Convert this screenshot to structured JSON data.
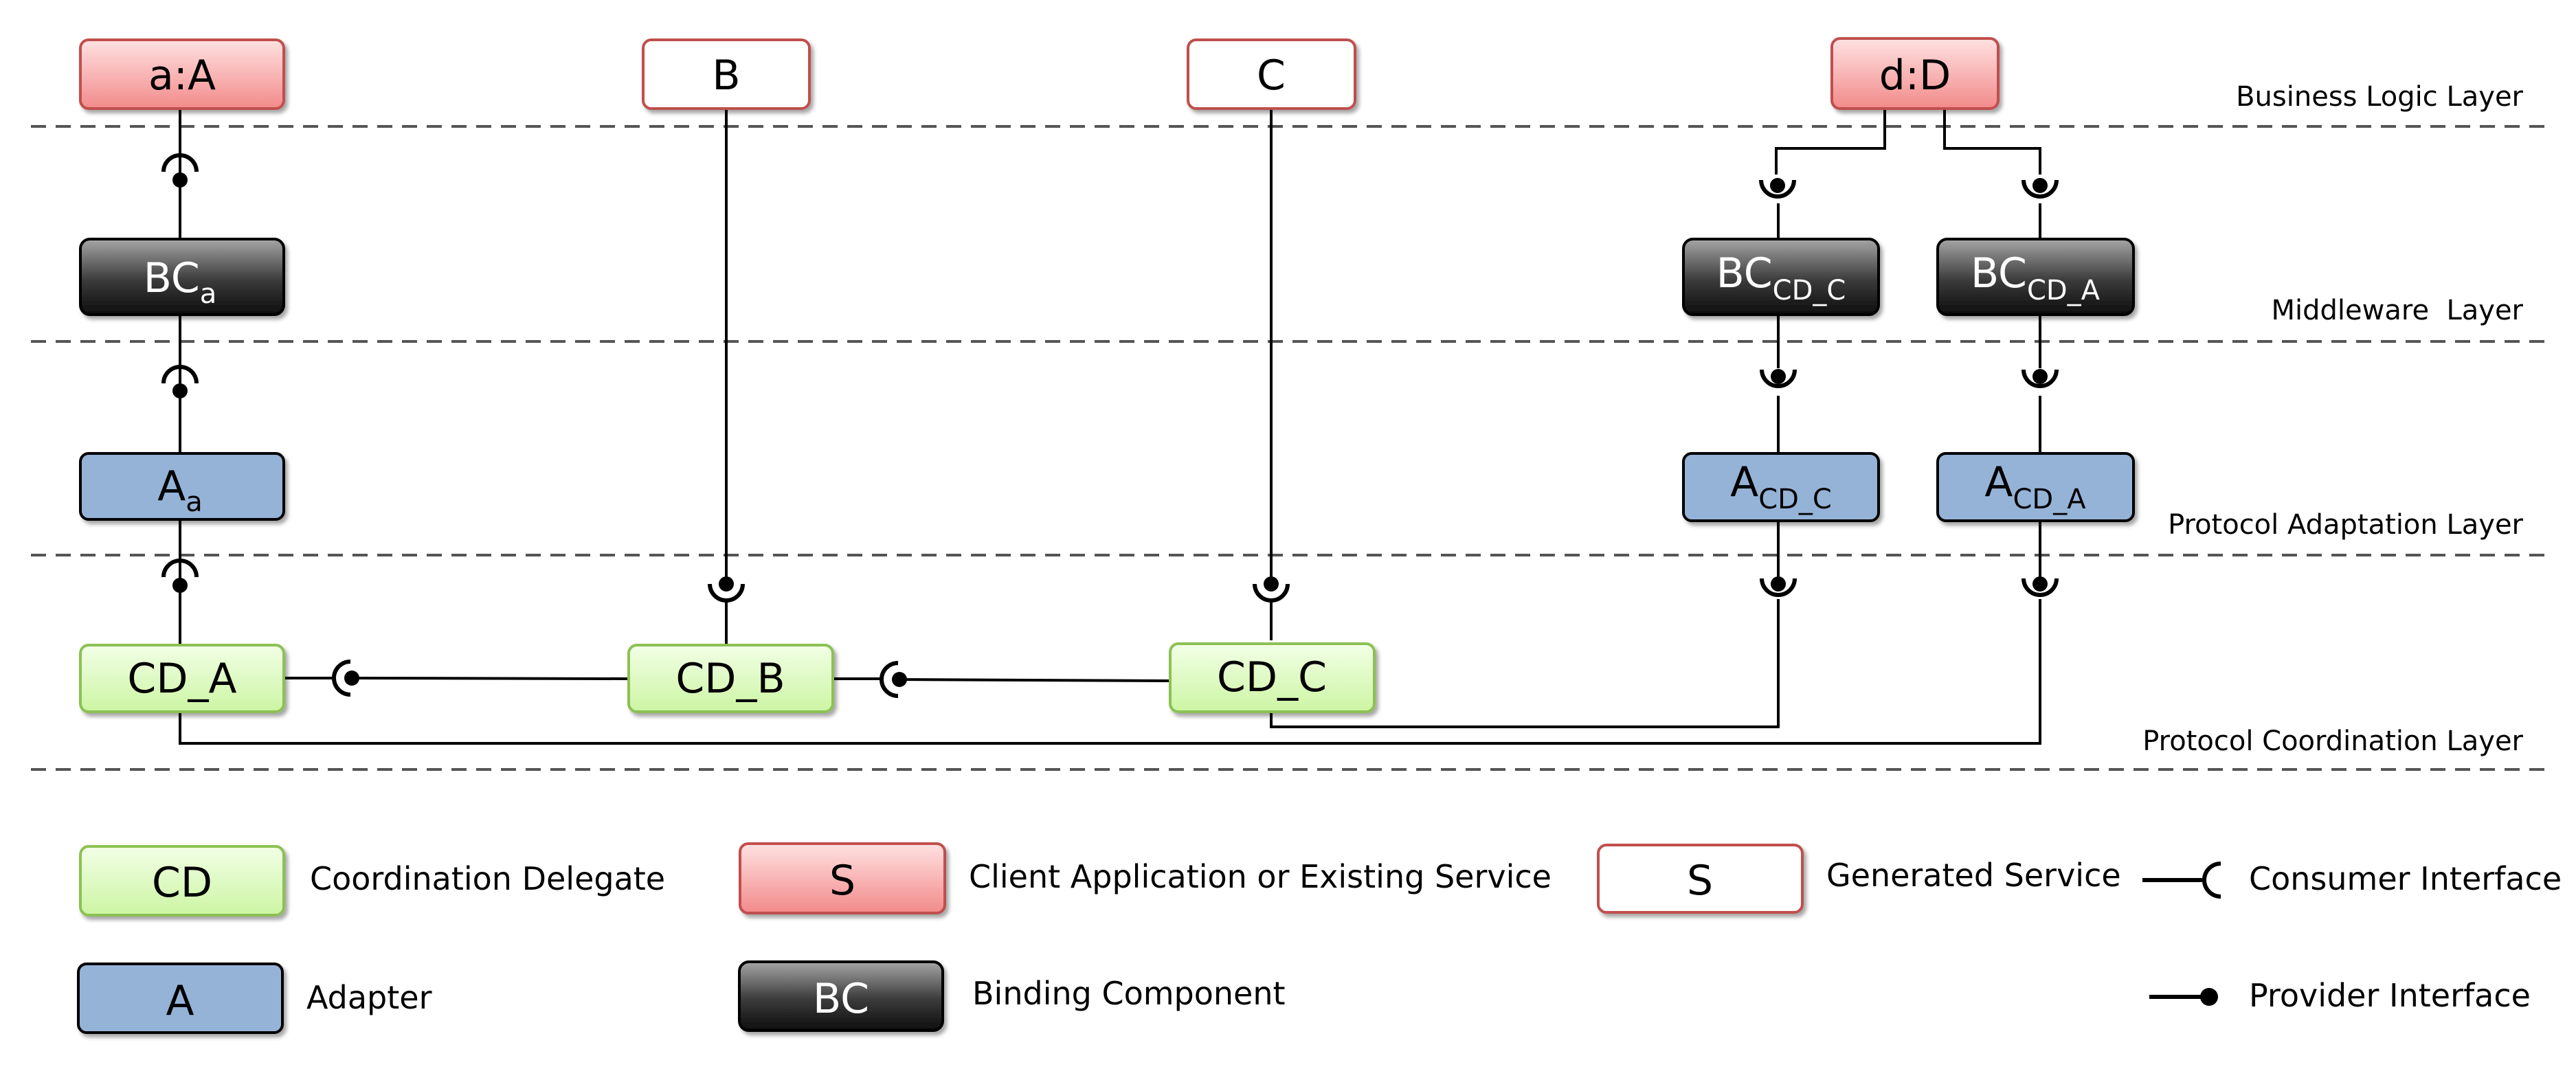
{
  "colors": {
    "client_fill_top": "#ffe1e1",
    "client_fill_bottom": "#f28a8a",
    "client_stroke": "#c0504d",
    "generated_fill": "#ffffff",
    "generated_stroke": "#c0504d",
    "bc_fill_top": "#a6a6a6",
    "bc_fill_bottom": "#0d0d0d",
    "bc_stroke": "#000000",
    "adapter_fill": "#95b3d7",
    "adapter_stroke": "#000000",
    "cd_fill_top": "#f2ffe6",
    "cd_fill_bottom": "#ccf5a3",
    "cd_stroke": "#8cc152",
    "line": "#000000"
  },
  "layers": [
    {
      "label": "Business Logic Layer"
    },
    {
      "label": "Middleware  Layer"
    },
    {
      "label": "Protocol Adaptation Layer"
    },
    {
      "label": "Protocol Coordination Layer"
    }
  ],
  "nodes": {
    "aA": {
      "label": "a:A",
      "kind": "client"
    },
    "B": {
      "label": "B",
      "kind": "generated"
    },
    "C": {
      "label": "C",
      "kind": "generated"
    },
    "dD": {
      "label": "d:D",
      "kind": "client"
    },
    "BCa": {
      "label": "BC",
      "sub": "a",
      "kind": "binding"
    },
    "BCcdc": {
      "label": "BC",
      "sub": "CD_C",
      "kind": "binding"
    },
    "BCcda": {
      "label": "BC",
      "sub": "CD_A",
      "kind": "binding"
    },
    "Aa": {
      "label": "A",
      "sub": "a",
      "kind": "adapter"
    },
    "Acdc": {
      "label": "A",
      "sub": "CD_C",
      "kind": "adapter"
    },
    "Acda": {
      "label": "A",
      "sub": "CD_A",
      "kind": "adapter"
    },
    "CDA": {
      "label": "CD_A",
      "kind": "delegate"
    },
    "CDB": {
      "label": "CD_B",
      "kind": "delegate"
    },
    "CDC": {
      "label": "CD_C",
      "kind": "delegate"
    }
  },
  "legend": {
    "cd": {
      "box": "CD",
      "text": "Coordination Delegate"
    },
    "client": {
      "box": "S",
      "text": "Client Application or Existing Service"
    },
    "generated": {
      "box": "S",
      "text": "Generated Service"
    },
    "consumer": {
      "text": "Consumer Interface",
      "icon": "consumer-interface-icon"
    },
    "adapter": {
      "box": "A",
      "text": "Adapter"
    },
    "binding": {
      "box": "BC",
      "text": "Binding Component"
    },
    "provider": {
      "text": "Provider Interface",
      "icon": "provider-interface-icon"
    }
  }
}
